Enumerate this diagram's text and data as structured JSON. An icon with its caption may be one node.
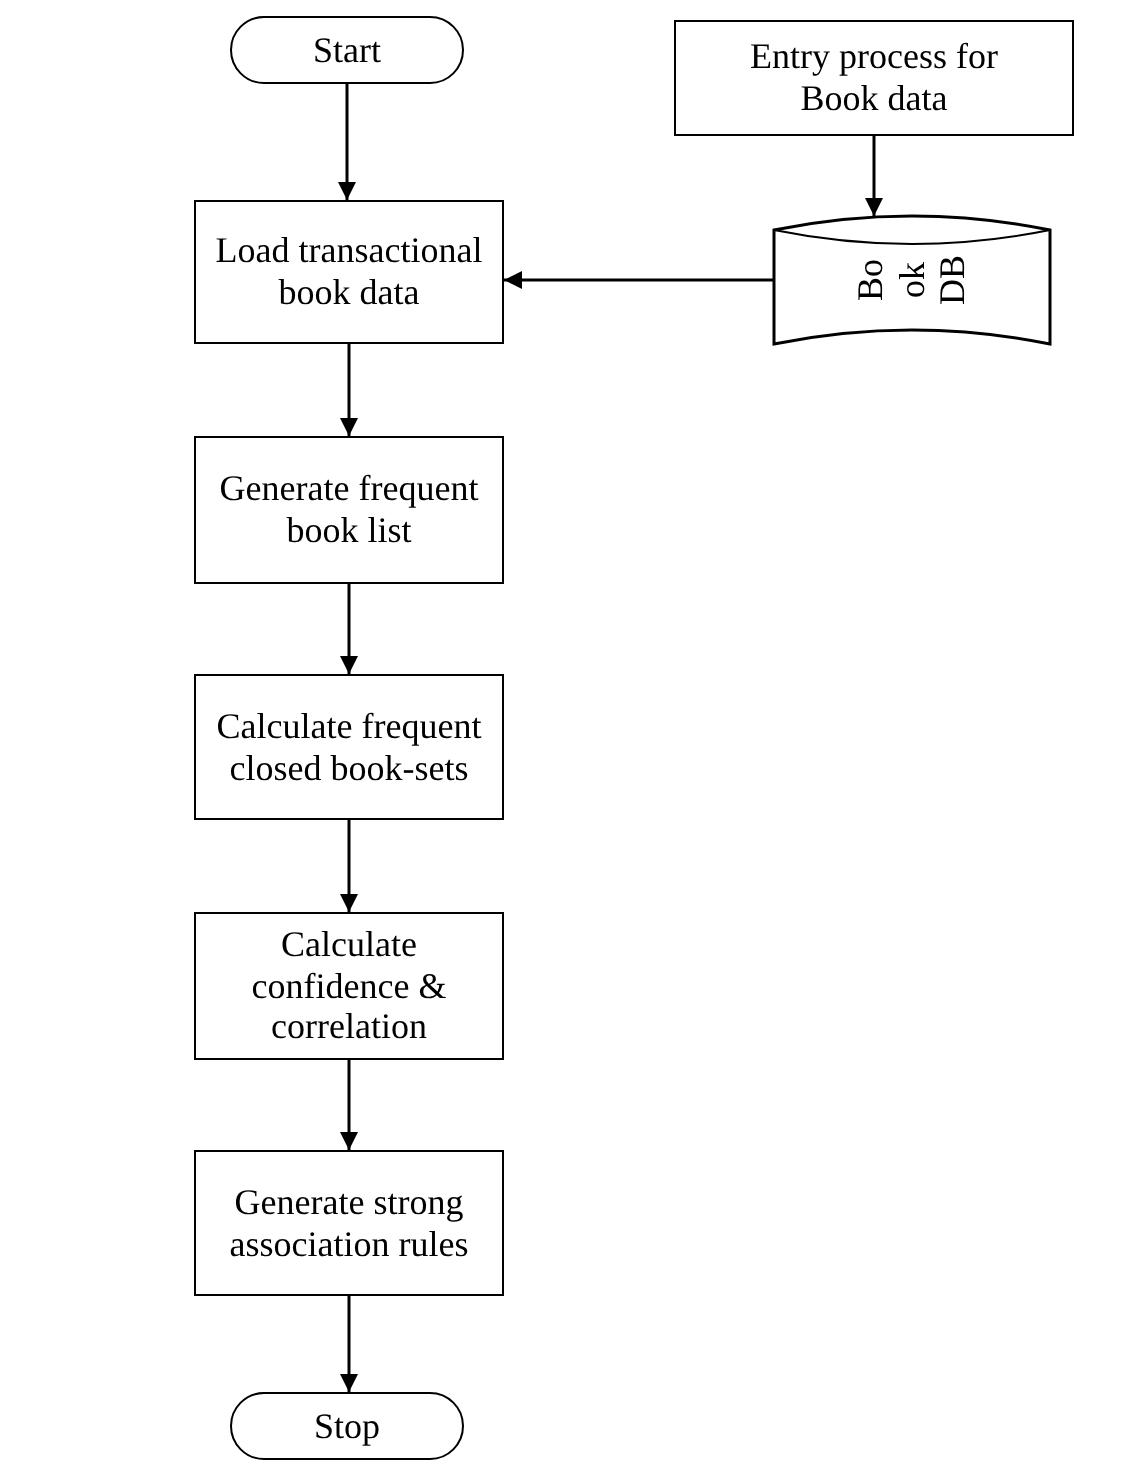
{
  "diagram": {
    "nodes": [
      {
        "text": [
          "Start"
        ]
      },
      {
        "text": [
          "Entry process for Book data"
        ]
      },
      {
        "text": [
          "Load transactional book data"
        ]
      },
      {
        "text": [
          "Bo ok DB"
        ]
      },
      {
        "text": [
          "Generate frequent book list"
        ]
      },
      {
        "text": [
          "Calculate frequent closed book-sets"
        ]
      },
      {
        "text": [
          "Calculate confidence & correlation"
        ]
      },
      {
        "text": [
          "Generate strong association rules"
        ]
      },
      {
        "text": [
          "Stop"
        ]
      }
    ],
    "edges": [
      {
        "from": 0,
        "to": 2,
        "arrow": "to"
      },
      {
        "from": 1,
        "to": 3,
        "arrow": "to"
      },
      {
        "from": 3,
        "to": 2,
        "arrow": "to"
      },
      {
        "from": 2,
        "to": 4,
        "arrow": "to"
      },
      {
        "from": 4,
        "to": 5,
        "arrow": "to"
      },
      {
        "from": 5,
        "to": 6,
        "arrow": "to"
      },
      {
        "from": 6,
        "to": 7,
        "arrow": "to"
      },
      {
        "from": 7,
        "to": 8,
        "arrow": "to"
      }
    ]
  }
}
